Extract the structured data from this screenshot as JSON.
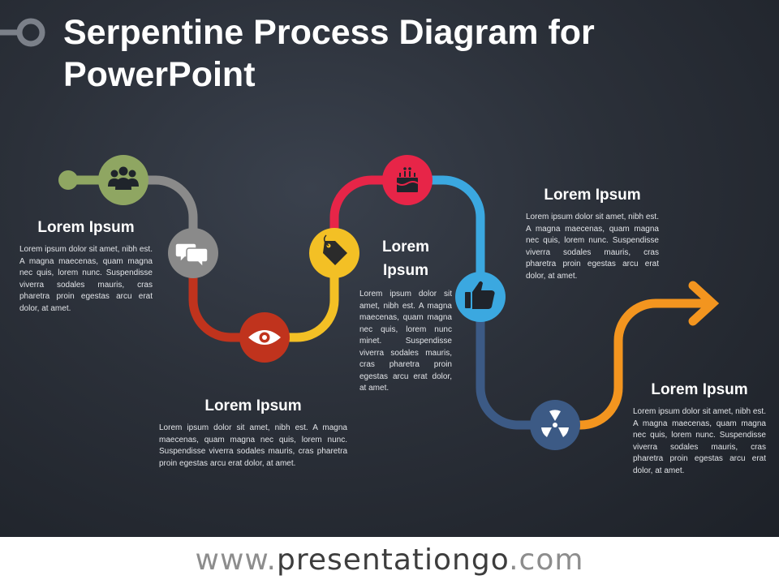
{
  "title": "Serpentine Process Diagram for PowerPoint",
  "footer": {
    "prefix": "www.",
    "brand": "presentationgo",
    "suffix": ".com"
  },
  "lorem_short": "Lorem ipsum dolor sit amet, nibh est. A magna maecenas, quam magna nec quis, lorem nunc. Suspendisse viverra sodales mauris, cras pharetra proin egestas arcu erat dolor, at amet.",
  "lorem_mid": "Lorem ipsum dolor sit amet, nibh est. A magna maecenas, quam magna nec quis, lorem nunc. Suspendisse viverra sodales mauris, cras pharetra proin egestas arcu erat dolor, at amet.",
  "lorem_center": "Lorem ipsum dolor sit amet, nibh est. A magna maecenas, quam magna nec quis, lorem nunc minet. Suspendisse viverra sodales mauris, cras pharetra proin egestas arcu erat dolor, at amet.",
  "blocks": [
    {
      "heading": "Lorem Ipsum"
    },
    {
      "heading": "Lorem Ipsum"
    },
    {
      "heading": "Lorem\nIpsum"
    },
    {
      "heading": "Lorem Ipsum"
    },
    {
      "heading": "Lorem Ipsum"
    }
  ],
  "nodes": [
    {
      "icon": "users-icon",
      "color": "#8fa662"
    },
    {
      "icon": "chat-bubbles-icon",
      "color": "#8a8a8a"
    },
    {
      "icon": "eye-icon",
      "color": "#c0331d"
    },
    {
      "icon": "price-tag-icon",
      "color": "#f3c025"
    },
    {
      "icon": "birthday-cake-icon",
      "color": "#e72548"
    },
    {
      "icon": "thumbs-up-icon",
      "color": "#3ba8e0"
    },
    {
      "icon": "radiation-icon",
      "color": "#3c5a85"
    }
  ],
  "segment_colors": {
    "start": "#8fa662",
    "gray": "#8a8a8a",
    "red": "#c0331d",
    "yellow": "#f3c025",
    "crimson": "#e72548",
    "blue": "#3ba8e0",
    "navy": "#3c5a85",
    "orange": "#f3951f"
  }
}
